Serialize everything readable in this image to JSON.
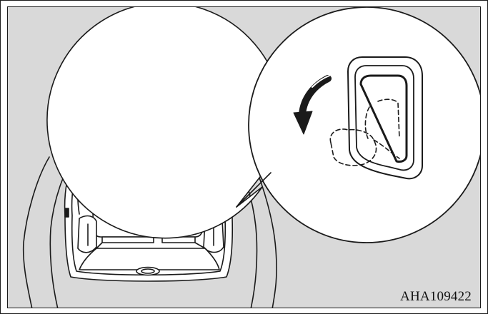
{
  "figure": {
    "code": "AHA109422",
    "colors": {
      "background": "#d9d9d9",
      "line": "#1a1a1a",
      "fill": "#ffffff"
    },
    "icons": [
      "cargo-area-illustration",
      "magnifier-callout",
      "handle-recess",
      "rotation-arrow"
    ]
  }
}
